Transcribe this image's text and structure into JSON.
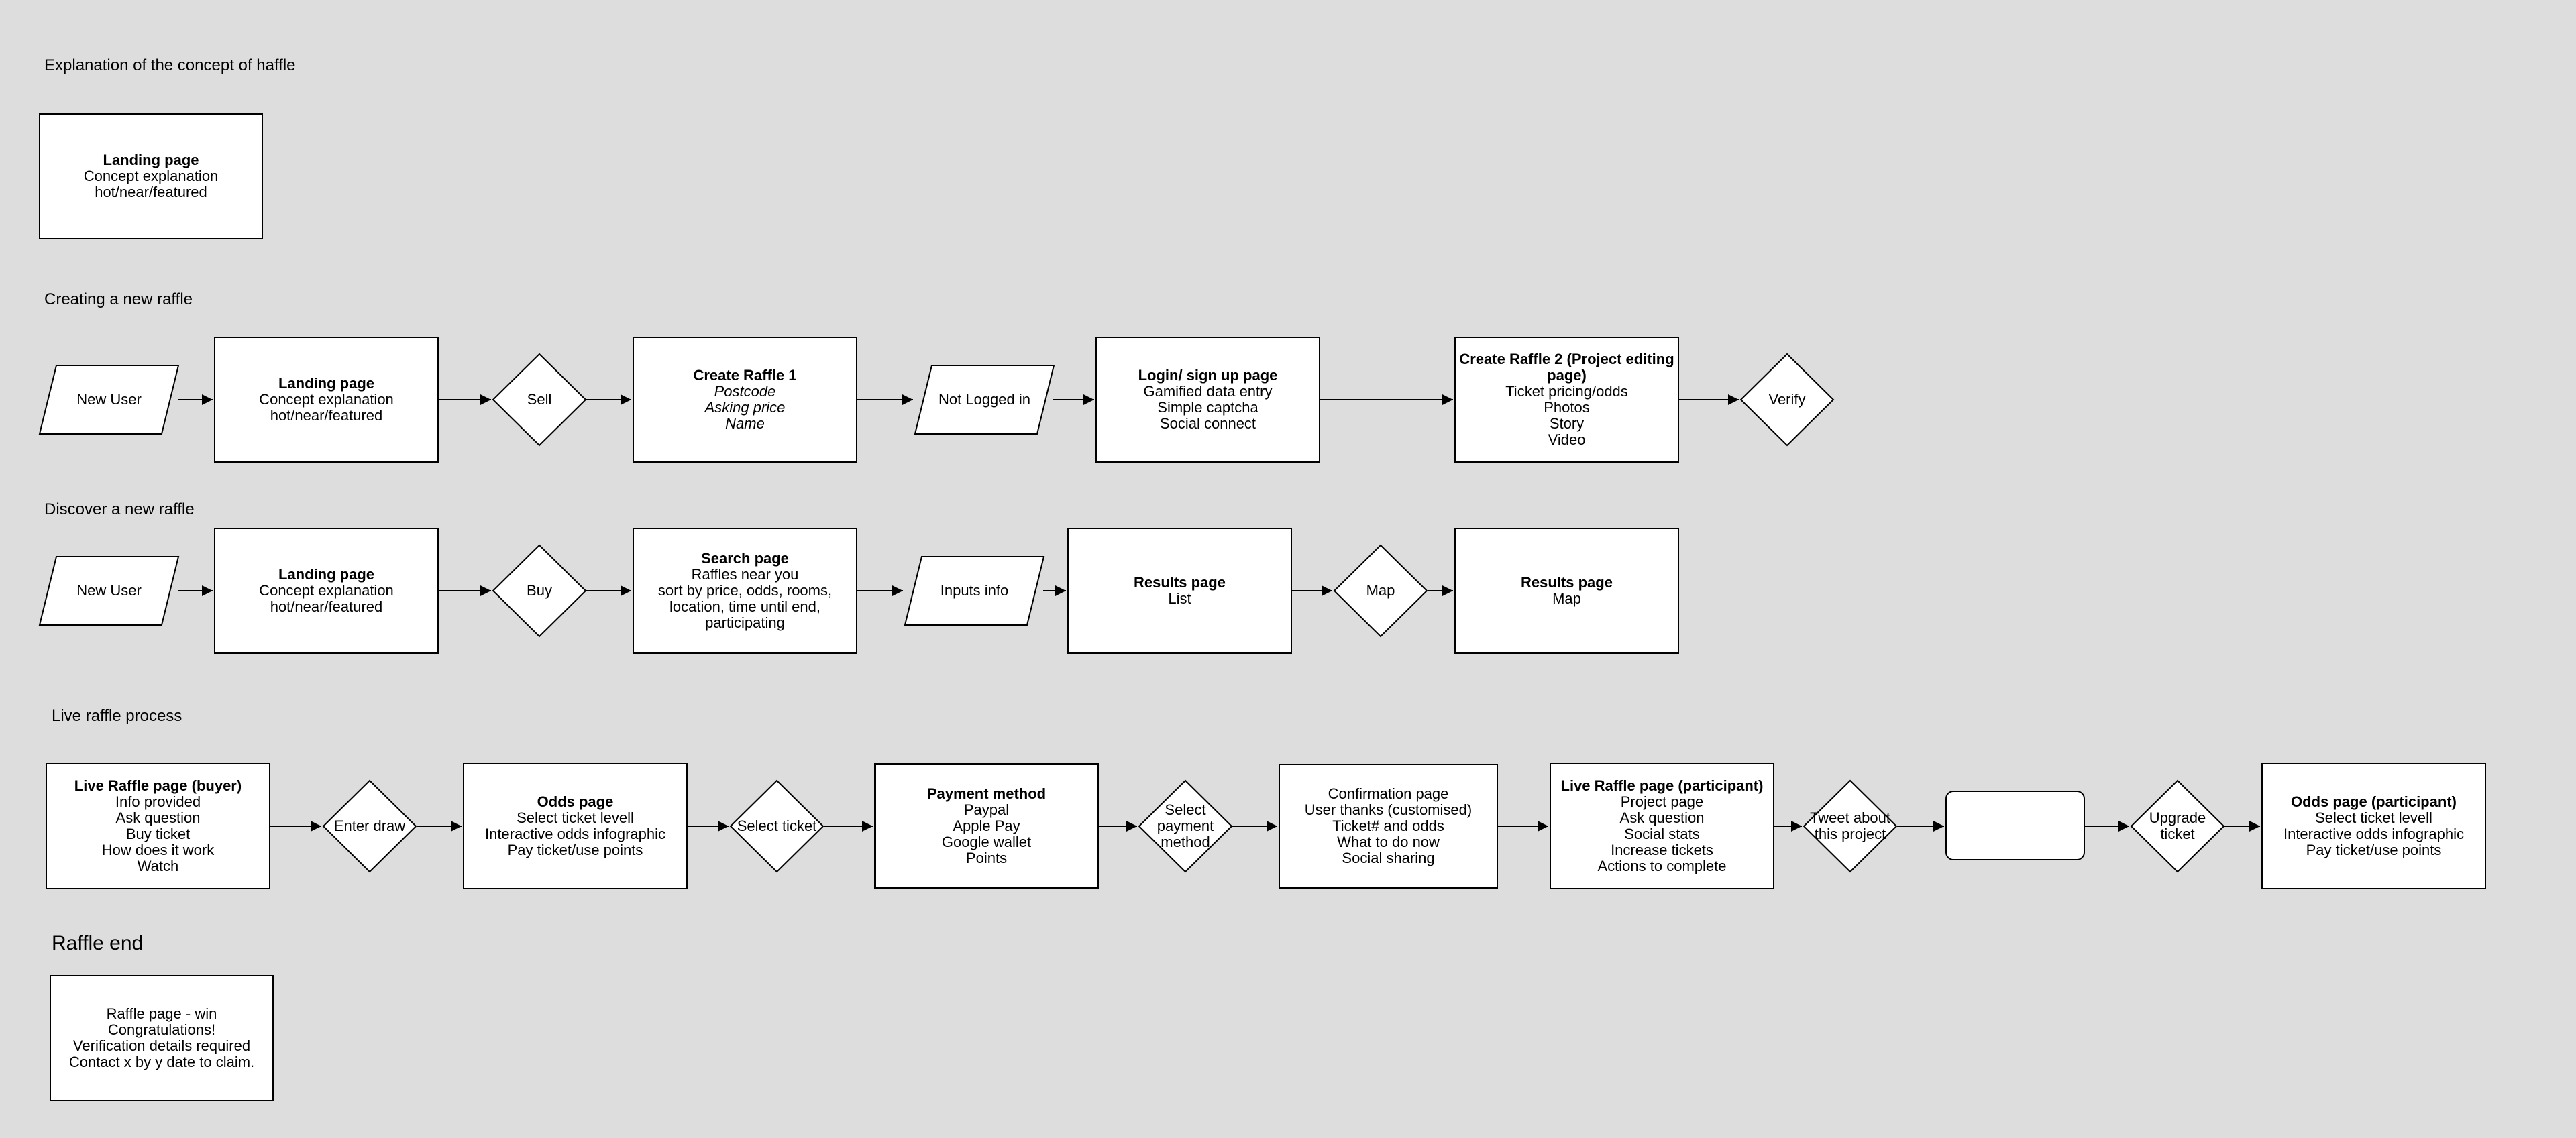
{
  "sections": {
    "explanation": "Explanation of the concept of haffle",
    "creating": "Creating a new raffle",
    "discover": "Discover a new raffle",
    "live": "Live raffle process",
    "end": "Raffle end"
  },
  "explain": {
    "landing": {
      "title": "Landing page",
      "lines": [
        "Concept explanation",
        "hot/near/featured"
      ]
    }
  },
  "create": {
    "new_user": "New User",
    "landing": {
      "title": "Landing page",
      "lines": [
        "Concept explanation",
        "hot/near/featured"
      ]
    },
    "sell": "Sell",
    "create1": {
      "title": "Create Raffle 1",
      "lines": [
        "Postcode",
        "Asking price",
        "Name"
      ]
    },
    "not_logged_in": "Not Logged in",
    "login": {
      "title": "Login/ sign up page",
      "lines": [
        "Gamified data entry",
        "Simple captcha",
        "Social connect"
      ]
    },
    "create2": {
      "title": "Create Raffle 2 (Project editing page)",
      "lines": [
        "Ticket pricing/odds",
        "Photos",
        "Story",
        "Video"
      ]
    },
    "verify": "Verify"
  },
  "discover": {
    "new_user": "New User",
    "landing": {
      "title": "Landing page",
      "lines": [
        "Concept explanation",
        "hot/near/featured"
      ]
    },
    "buy": "Buy",
    "search": {
      "title": "Search page",
      "lines": [
        "Raffles near you",
        "sort by price, odds, rooms,",
        "location, time until end,",
        "participating"
      ]
    },
    "inputs_info": "Inputs info",
    "results_list": {
      "title": "Results page",
      "lines": [
        "List"
      ]
    },
    "map": "Map",
    "results_map": {
      "title": "Results page",
      "lines": [
        "Map"
      ]
    }
  },
  "live": {
    "buyer_page": {
      "title": "Live Raffle page (buyer)",
      "lines": [
        "Info provided",
        "Ask question",
        "Buy ticket",
        "How does it work",
        "Watch"
      ]
    },
    "enter_draw": "Enter draw",
    "odds_page": {
      "title": "Odds page",
      "lines": [
        "Select ticket levell",
        "Interactive odds infographic",
        "Pay ticket/use points"
      ]
    },
    "select_ticket": "Select ticket",
    "payment": {
      "title": "Payment method",
      "lines": [
        "Paypal",
        "Apple Pay",
        "Google wallet",
        "Points"
      ]
    },
    "select_payment": "Select\npayment\nmethod",
    "confirmation": {
      "lines": [
        "Confirmation page",
        "User thanks (customised)",
        "Ticket# and odds",
        "What to do now",
        "Social sharing"
      ]
    },
    "participant_page": {
      "title": "Live Raffle page (participant)",
      "lines": [
        "Project page",
        "Ask question",
        "Social stats",
        "Increase tickets",
        "Actions to complete"
      ]
    },
    "tweet": "Tweet about\nthis project",
    "upgrade": "Upgrade\nticket",
    "odds_participant": {
      "title": "Odds page (participant)",
      "lines": [
        "Select ticket levell",
        "Interactive odds infographic",
        "Pay ticket/use points"
      ]
    }
  },
  "end": {
    "win_page": {
      "lines": [
        "Raffle page - win",
        "Congratulations!",
        "Verification details required",
        "Contact x by y date to claim."
      ]
    }
  }
}
